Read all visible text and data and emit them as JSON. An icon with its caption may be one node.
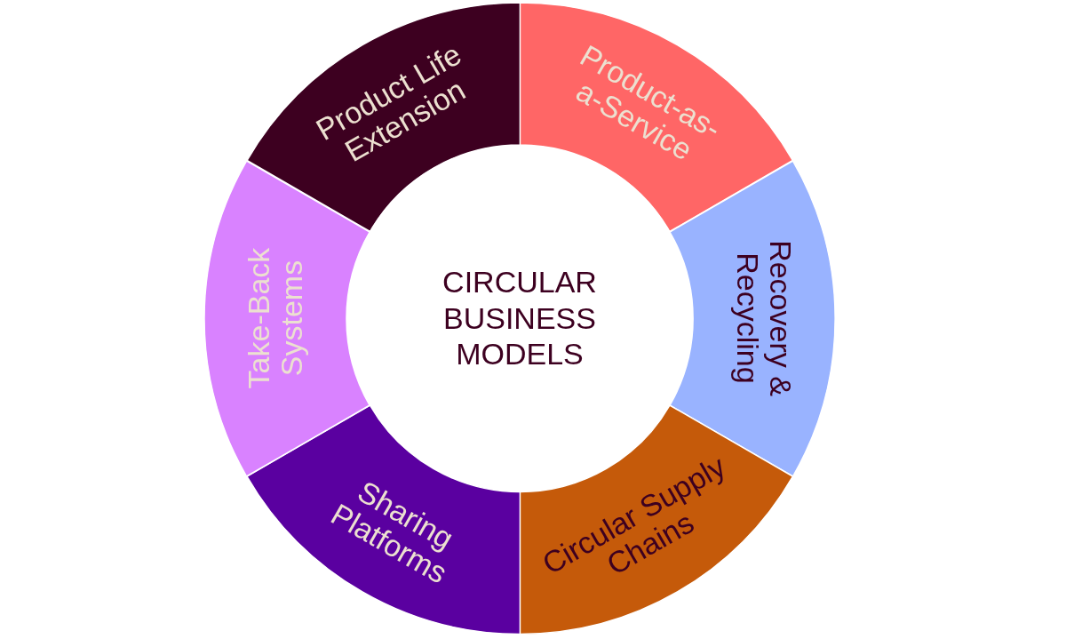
{
  "diagram": {
    "nodes": [
      {
        "text": [
          "CIRCULAR BUSINESS MODELS"
        ]
      },
      {
        "text": [
          "Product-as-a-Service"
        ]
      },
      {
        "text": [
          "Recovery & Recycling"
        ]
      },
      {
        "text": [
          "Circular Supply Chains"
        ]
      },
      {
        "text": [
          "Sharing Platforms"
        ]
      },
      {
        "text": [
          "Take-Back Systems"
        ]
      },
      {
        "text": [
          "Product Life Extension"
        ]
      }
    ]
  }
}
